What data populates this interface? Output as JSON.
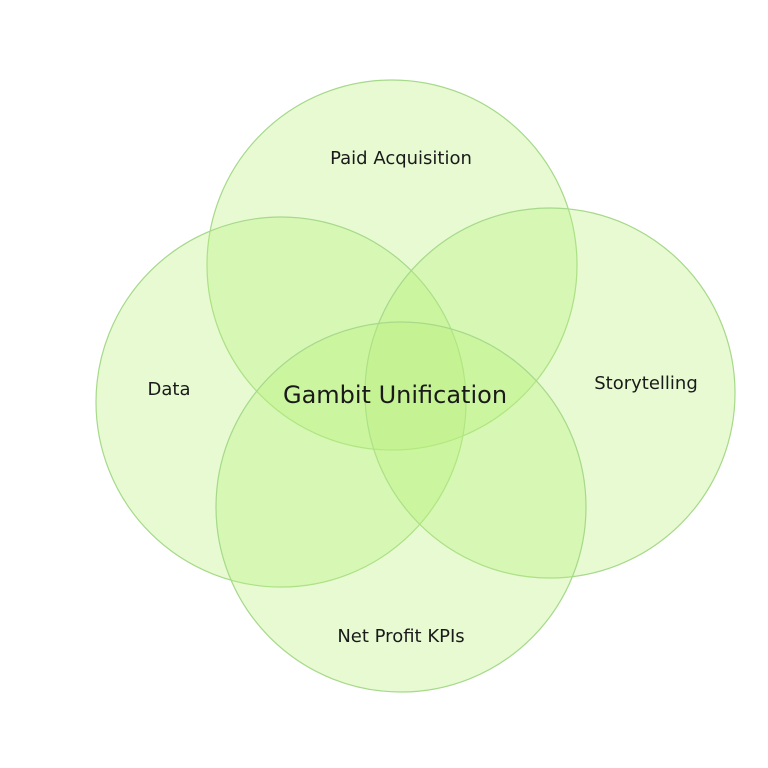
{
  "diagram": {
    "type": "venn",
    "center_label": "Gambit Unification",
    "sets": [
      {
        "id": "paid-acquisition",
        "label": "Paid Acquisition"
      },
      {
        "id": "data",
        "label": "Data"
      },
      {
        "id": "storytelling",
        "label": "Storytelling"
      },
      {
        "id": "net-profit-kpis",
        "label": "Net Profit KPIs"
      }
    ]
  },
  "colors": {
    "fill": "#b9f07a",
    "stroke": "#a6d98a"
  }
}
